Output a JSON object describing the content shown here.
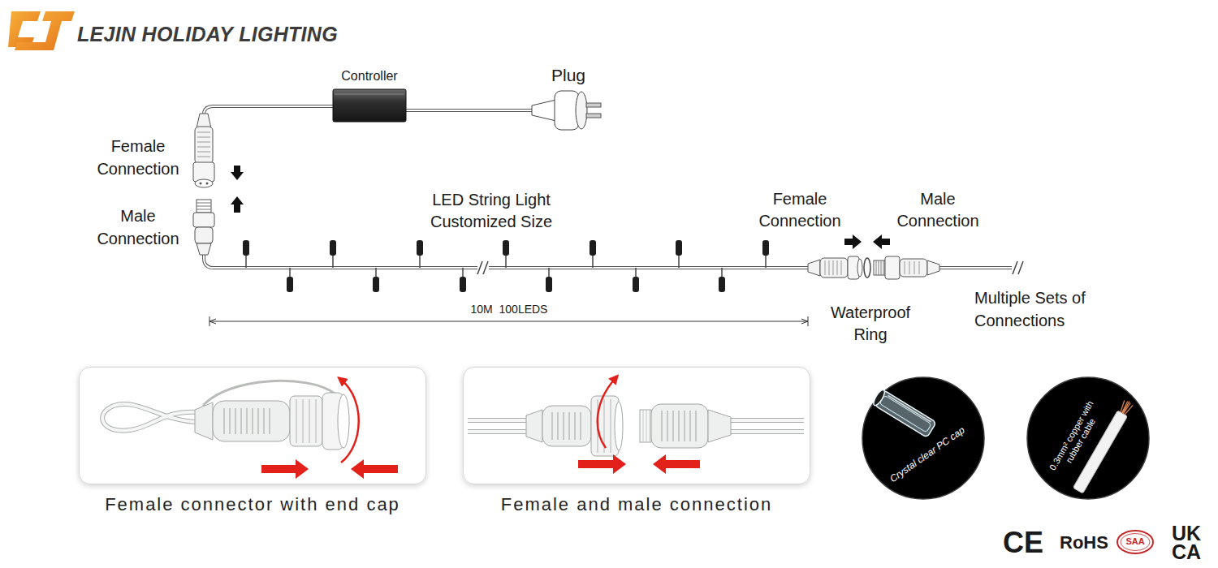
{
  "diagram": {
    "title": "LEJIN HOLIDAY LIGHTING",
    "nodes": [
      {
        "text": [
          "Female connector with end cap"
        ]
      },
      {
        "text": [
          "Female and male connection"
        ]
      },
      {
        "text": [
          "Crystal clear PC cap"
        ]
      },
      {
        "text": [
          "0.3mm² copper with rubber cable"
        ]
      }
    ],
    "labels": [
      "Controller",
      "Plug",
      "Female Connection",
      "Male Connection",
      "LED String Light Customized Size",
      "10M  100LEDS",
      "Female Connection",
      "Male Connection",
      "Waterproof Ring",
      "Multiple Sets of Connections",
      "CE",
      "RoHS",
      "SAA",
      "UK CA"
    ]
  }
}
